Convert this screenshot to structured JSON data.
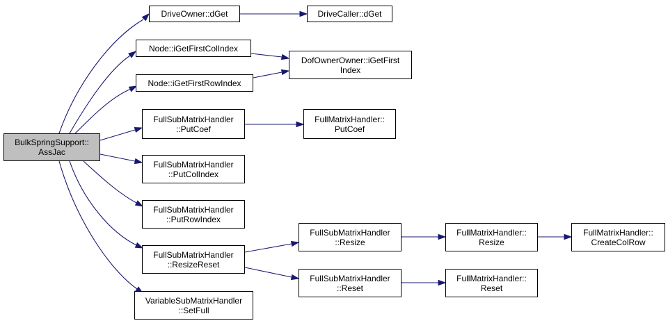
{
  "diagram": {
    "type": "call-graph",
    "edge_color": "#191970",
    "root_fill": "#bfbfbf",
    "nodes": {
      "root": [
        "BulkSpringSupport::",
        "AssJac"
      ],
      "driveowner": [
        "DriveOwner::dGet"
      ],
      "drivecaller": [
        "DriveCaller::dGet"
      ],
      "firstcol": [
        "Node::iGetFirstColIndex"
      ],
      "firstrow": [
        "Node::iGetFirstRowIndex"
      ],
      "dofowner": [
        "DofOwnerOwner::iGetFirst",
        "Index"
      ],
      "fsmh_putcoef": [
        "FullSubMatrixHandler",
        "::PutCoef"
      ],
      "fmh_putcoef": [
        "FullMatrixHandler::",
        "PutCoef"
      ],
      "fsmh_putcolindex": [
        "FullSubMatrixHandler",
        "::PutColIndex"
      ],
      "fsmh_putrowindex": [
        "FullSubMatrixHandler",
        "::PutRowIndex"
      ],
      "fsmh_resizereset": [
        "FullSubMatrixHandler",
        "::ResizeReset"
      ],
      "vsmh_setfull": [
        "VariableSubMatrixHandler",
        "::SetFull"
      ],
      "fsmh_resize": [
        "FullSubMatrixHandler",
        "::Resize"
      ],
      "fmh_resize": [
        "FullMatrixHandler::",
        "Resize"
      ],
      "fmh_createcolrow": [
        "FullMatrixHandler::",
        "CreateColRow"
      ],
      "fsmh_reset": [
        "FullSubMatrixHandler",
        "::Reset"
      ],
      "fmh_reset": [
        "FullMatrixHandler::",
        "Reset"
      ]
    },
    "edges": [
      [
        "root",
        "driveowner"
      ],
      [
        "driveowner",
        "drivecaller"
      ],
      [
        "root",
        "firstcol"
      ],
      [
        "firstcol",
        "dofowner"
      ],
      [
        "root",
        "firstrow"
      ],
      [
        "firstrow",
        "dofowner"
      ],
      [
        "root",
        "fsmh_putcoef"
      ],
      [
        "fsmh_putcoef",
        "fmh_putcoef"
      ],
      [
        "root",
        "fsmh_putcolindex"
      ],
      [
        "root",
        "fsmh_putrowindex"
      ],
      [
        "root",
        "fsmh_resizereset"
      ],
      [
        "fsmh_resizereset",
        "fsmh_resize"
      ],
      [
        "fsmh_resize",
        "fmh_resize"
      ],
      [
        "fmh_resize",
        "fmh_createcolrow"
      ],
      [
        "fsmh_resizereset",
        "fsmh_reset"
      ],
      [
        "fsmh_reset",
        "fmh_reset"
      ],
      [
        "root",
        "vsmh_setfull"
      ]
    ]
  }
}
